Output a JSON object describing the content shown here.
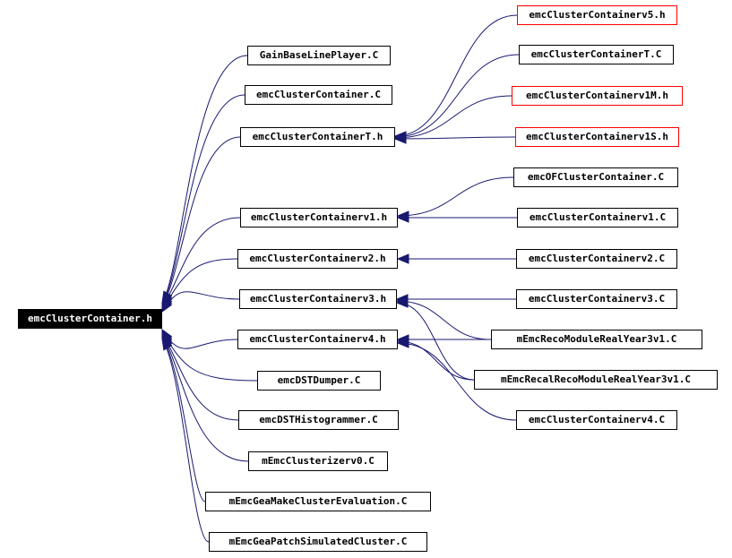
{
  "colors": {
    "edge": "#191970",
    "root_fill": "#000000",
    "node_border": "#000000",
    "truncated_border": "#ff0000"
  },
  "nodes": {
    "root": "emcClusterContainer.h",
    "gain_base_line_player_c": "GainBaseLinePlayer.C",
    "emc_cluster_container_c": "emcClusterContainer.C",
    "emc_cluster_container_t_h": "emcClusterContainerT.h",
    "emc_cluster_container_v1_h": "emcClusterContainerv1.h",
    "emc_cluster_container_v2_h": "emcClusterContainerv2.h",
    "emc_cluster_container_v3_h": "emcClusterContainerv3.h",
    "emc_cluster_container_v4_h": "emcClusterContainerv4.h",
    "emc_dst_dumper_c": "emcDSTDumper.C",
    "emc_dst_histogrammer_c": "emcDSTHistogrammer.C",
    "m_emc_clusterizer_v0_c": "mEmcClusterizerv0.C",
    "m_emc_gea_make_cluster_evaluation_c": "mEmcGeaMakeClusterEvaluation.C",
    "m_emc_gea_patch_simulated_cluster_c": "mEmcGeaPatchSimulatedCluster.C",
    "emc_cluster_container_v5_h": "emcClusterContainerv5.h",
    "emc_cluster_container_t_c": "emcClusterContainerT.C",
    "emc_cluster_container_v1m_h": "emcClusterContainerv1M.h",
    "emc_cluster_container_v1s_h": "emcClusterContainerv1S.h",
    "emc_of_cluster_container_c": "emcOFClusterContainer.C",
    "emc_cluster_container_v1_c": "emcClusterContainerv1.C",
    "emc_cluster_container_v2_c": "emcClusterContainerv2.C",
    "emc_cluster_container_v3_c": "emcClusterContainerv3.C",
    "m_emc_reco_module_real_year3v1_c": "mEmcRecoModuleRealYear3v1.C",
    "m_emc_recal_reco_module_real_year3v1_c": "mEmcRecalRecoModuleRealYear3v1.C",
    "emc_cluster_container_v4_c": "emcClusterContainerv4.C"
  }
}
